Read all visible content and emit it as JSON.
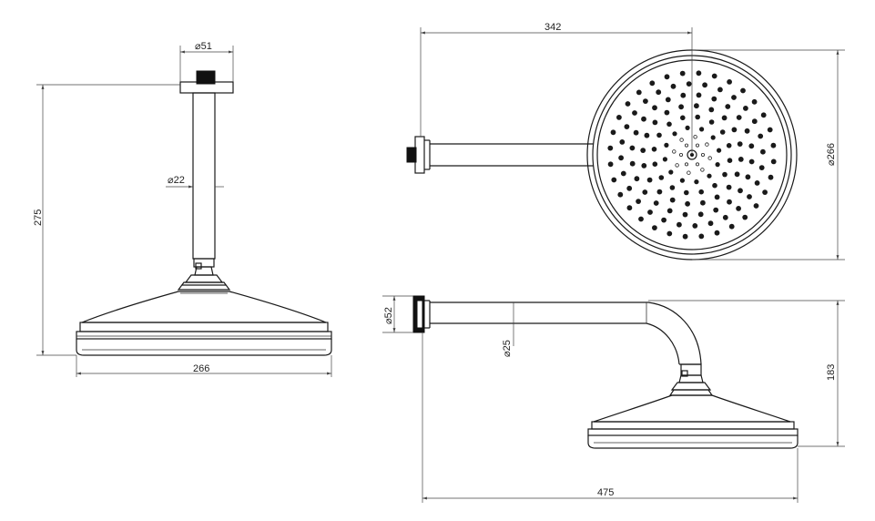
{
  "dimensions": {
    "side_ceiling_flange_dia": "51",
    "side_arm_dia": "22",
    "side_height": "275",
    "side_head_width": "266",
    "top_arm_length": "342",
    "top_head_dia": "266",
    "wall_flange_dia": "52",
    "wall_arm_dia": "25",
    "wall_drop_height": "183",
    "wall_total_length": "475"
  },
  "diameter_symbol": "⌀"
}
